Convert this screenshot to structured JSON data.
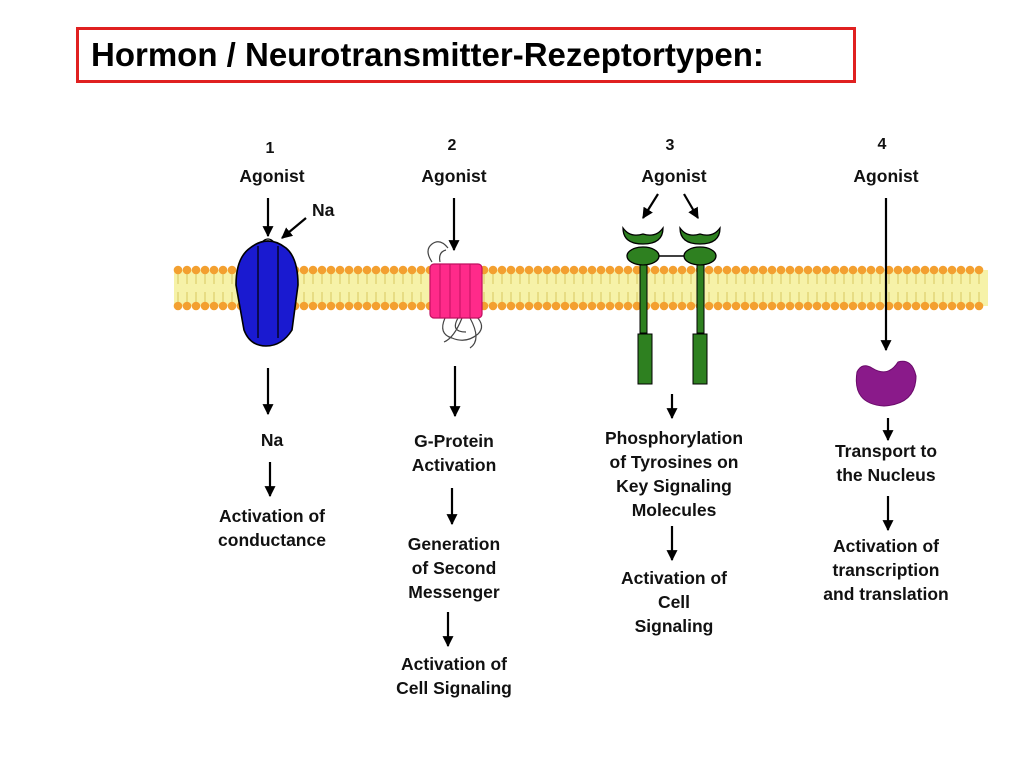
{
  "title": "Hormon / Neurotransmitter-Rezeptortypen:",
  "colors": {
    "title_border": "#e02020",
    "membrane_fill": "#f6f2a8",
    "membrane_heads": "#f3a030",
    "ion_channel": "#1a1ad0",
    "gpcr": "#ff2a8a",
    "tyrosine_kinase": "#2e8020",
    "nuclear_receptor": "#8a1a8a"
  },
  "receptors": [
    {
      "number": "1",
      "agonist": "Agonist",
      "extra_label": "Na",
      "icon": "ion-channel-icon",
      "steps": [
        [
          "Na"
        ],
        [
          "Activation of",
          "conductance"
        ]
      ]
    },
    {
      "number": "2",
      "agonist": "Agonist",
      "icon": "g-protein-coupled-receptor-icon",
      "steps": [
        [
          "G-Protein",
          "Activation"
        ],
        [
          "Generation",
          "of Second",
          "Messenger"
        ],
        [
          "Activation of",
          "Cell Signaling"
        ]
      ]
    },
    {
      "number": "3",
      "agonist": "Agonist",
      "icon": "tyrosine-kinase-receptor-icon",
      "steps": [
        [
          "Phosphorylation",
          "of Tyrosines on",
          "Key Signaling",
          "Molecules"
        ],
        [
          "Activation of",
          "Cell",
          "Signaling"
        ]
      ]
    },
    {
      "number": "4",
      "agonist": "Agonist",
      "icon": "nuclear-receptor-icon",
      "steps": [
        [
          "Transport to",
          "the Nucleus"
        ],
        [
          "Activation of",
          "transcription",
          "and translation"
        ]
      ]
    }
  ]
}
